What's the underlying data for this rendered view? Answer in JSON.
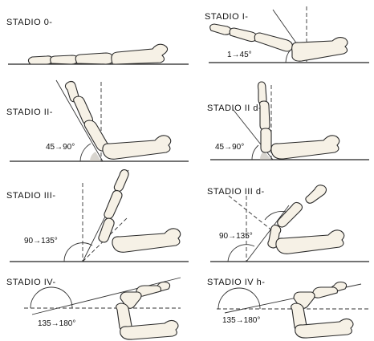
{
  "panels": [
    {
      "id": "stage-0",
      "title": "STADIO 0-",
      "angle": ""
    },
    {
      "id": "stage-1",
      "title": "STADIO I-",
      "angle": "1→45°"
    },
    {
      "id": "stage-2",
      "title": "STADIO II-",
      "angle": "45→90°"
    },
    {
      "id": "stage-2d",
      "title": "STADIO II d-",
      "angle": "45→90°"
    },
    {
      "id": "stage-3",
      "title": "STADIO III-",
      "angle": "90→135°"
    },
    {
      "id": "stage-3d",
      "title": "STADIO III d-",
      "angle": "90→135°"
    },
    {
      "id": "stage-4",
      "title": "STADIO IV-",
      "angle": "135→180°"
    },
    {
      "id": "stage-4h",
      "title": "STADIO IV h-",
      "angle": "135→180°"
    }
  ]
}
